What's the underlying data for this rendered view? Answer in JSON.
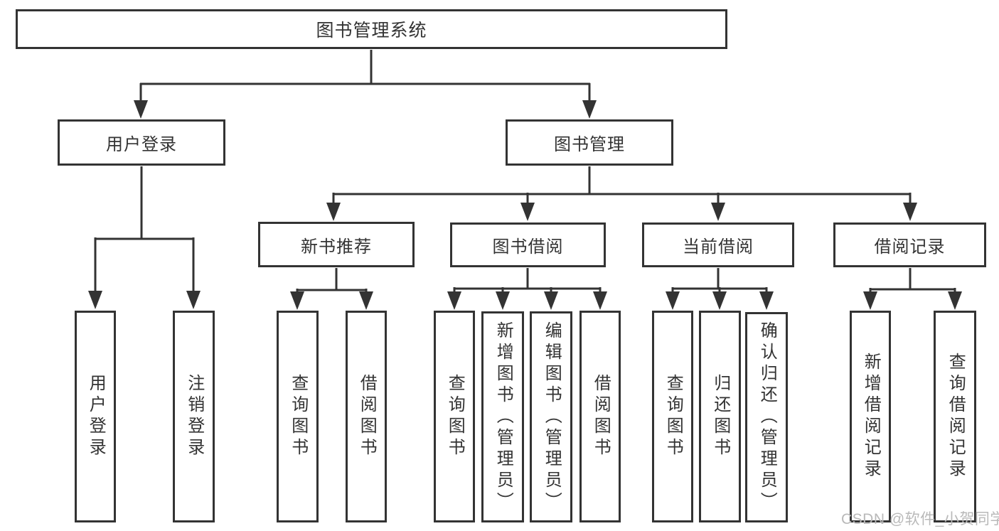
{
  "diagram": {
    "type": "hierarchy-tree",
    "colors": {
      "line": "#333333",
      "arrow_fill": "#333333",
      "box_border": "#333333",
      "text": "#333333",
      "watermark": "#b9b9b9",
      "background": "#ffffff"
    },
    "root": {
      "label": "图书管理系统"
    },
    "branches": [
      {
        "label": "用户登录",
        "children": [
          {
            "label": "用户登录"
          },
          {
            "label": "注销登录"
          }
        ]
      },
      {
        "label": "图书管理",
        "children": [
          {
            "label": "新书推荐",
            "children": [
              {
                "label": "查询图书"
              },
              {
                "label": "借阅图书"
              }
            ]
          },
          {
            "label": "图书借阅",
            "children": [
              {
                "label": "查询图书"
              },
              {
                "label": "新增图书（管理员）"
              },
              {
                "label": "编辑图书（管理员）"
              },
              {
                "label": "借阅图书"
              }
            ]
          },
          {
            "label": "当前借阅",
            "children": [
              {
                "label": "查询图书"
              },
              {
                "label": "归还图书"
              },
              {
                "label": "确认归还（管理员）"
              }
            ]
          },
          {
            "label": "借阅记录",
            "children": [
              {
                "label": "新增借阅记录"
              },
              {
                "label": "查询借阅记录"
              }
            ]
          }
        ]
      }
    ],
    "watermark": {
      "text": "CSDN @软件_小贺同学"
    }
  }
}
